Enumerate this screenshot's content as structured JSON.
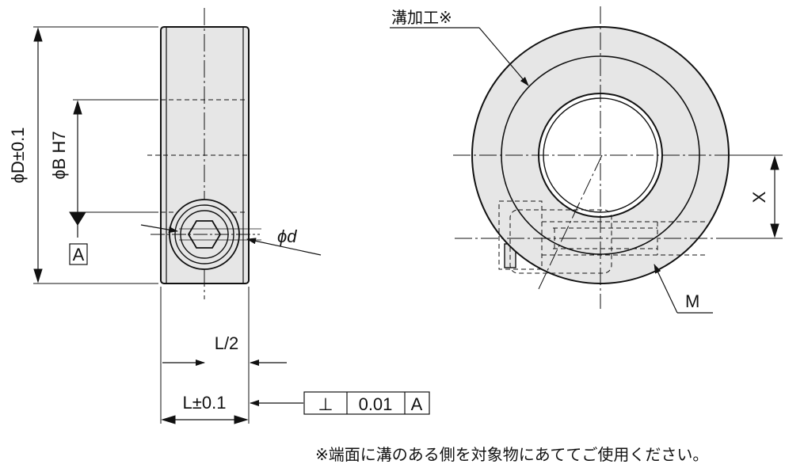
{
  "labels": {
    "dia_D": "ϕD±0.1",
    "dia_B": "ϕB H7",
    "datum": "A",
    "dia_d": "ϕd",
    "half_L": "L/2",
    "L": "L±0.1",
    "groove": "溝加工※",
    "x_dim": "X",
    "m_thread": "M"
  },
  "tolerance_frame": {
    "symbol": "⊥",
    "value": "0.01",
    "datum": "A"
  },
  "footnote": "※端面に溝のある側を対象物にあててご使用ください。",
  "colors": {
    "line": "#111111",
    "fill": "#e6e6e6"
  }
}
